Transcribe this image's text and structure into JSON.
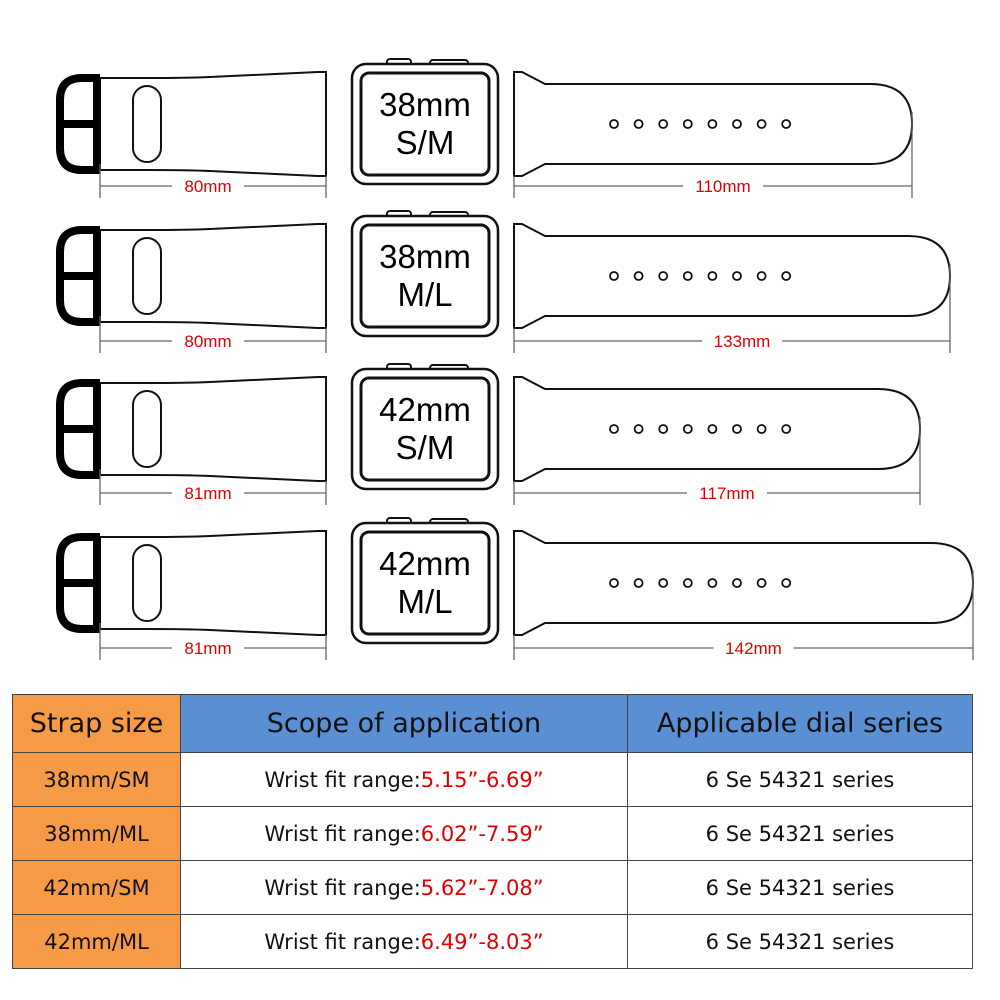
{
  "straps": [
    {
      "watch_size": "38mm",
      "fit": "S/M",
      "short_len": "80mm",
      "long_len": "110mm"
    },
    {
      "watch_size": "38mm",
      "fit": "M/L",
      "short_len": "80mm",
      "long_len": "133mm"
    },
    {
      "watch_size": "42mm",
      "fit": "S/M",
      "short_len": "81mm",
      "long_len": "117mm"
    },
    {
      "watch_size": "42mm",
      "fit": "M/L",
      "short_len": "81mm",
      "long_len": "142mm"
    }
  ],
  "table": {
    "headers": [
      "Strap size",
      "Scope of application",
      "Applicable dial series"
    ],
    "rows": [
      {
        "size": "38mm/SM",
        "prefix": "Wrist fit range:",
        "range": "5.15”-6.69”",
        "series": "6 Se 54321 series"
      },
      {
        "size": "38mm/ML",
        "prefix": "Wrist fit range:",
        "range": "6.02”-7.59”",
        "series": "6 Se 54321 series"
      },
      {
        "size": "42mm/SM",
        "prefix": "Wrist fit range:",
        "range": "5.62”-7.08”",
        "series": "6 Se 54321 series"
      },
      {
        "size": "42mm/ML",
        "prefix": "Wrist fit range:",
        "range": "6.49”-8.03”",
        "series": "6 Se 54321 series"
      }
    ]
  },
  "colors": {
    "dimension_text": "#e00000",
    "header_orange": "#f79a46",
    "header_blue": "#5b8fd4"
  }
}
